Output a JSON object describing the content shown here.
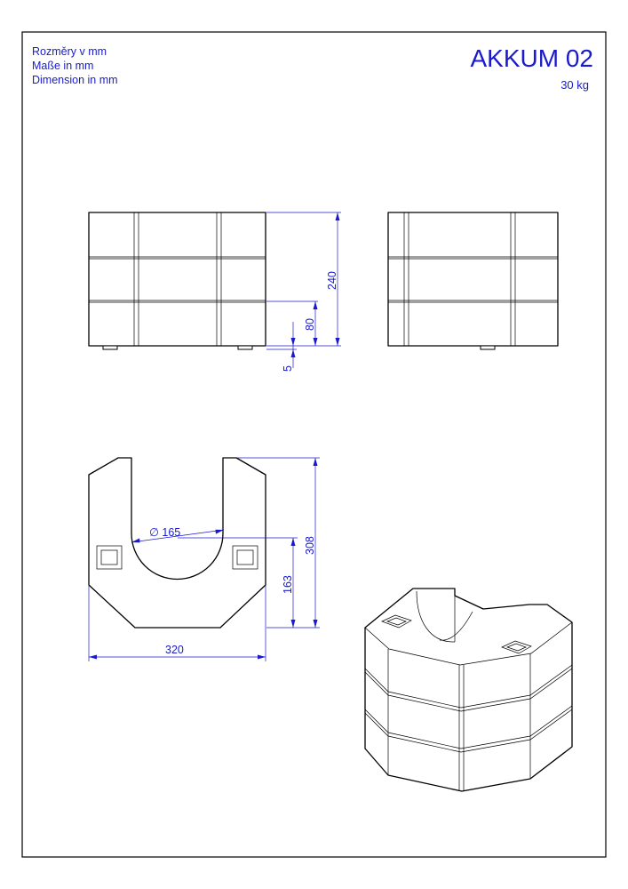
{
  "units_labels": [
    "Rozměry v mm",
    "Maße in mm",
    "Dimension in mm"
  ],
  "title": "AKKUM 02",
  "weight": "30 kg",
  "dimensions": {
    "height_total": "240",
    "layer_height": "80",
    "foot_height": "5",
    "inner_diameter": "∅ 165",
    "depth_total": "308",
    "center_offset": "163",
    "width_total": "320"
  },
  "colors": {
    "annotation": "#1a1acc",
    "lines": "#000000"
  }
}
